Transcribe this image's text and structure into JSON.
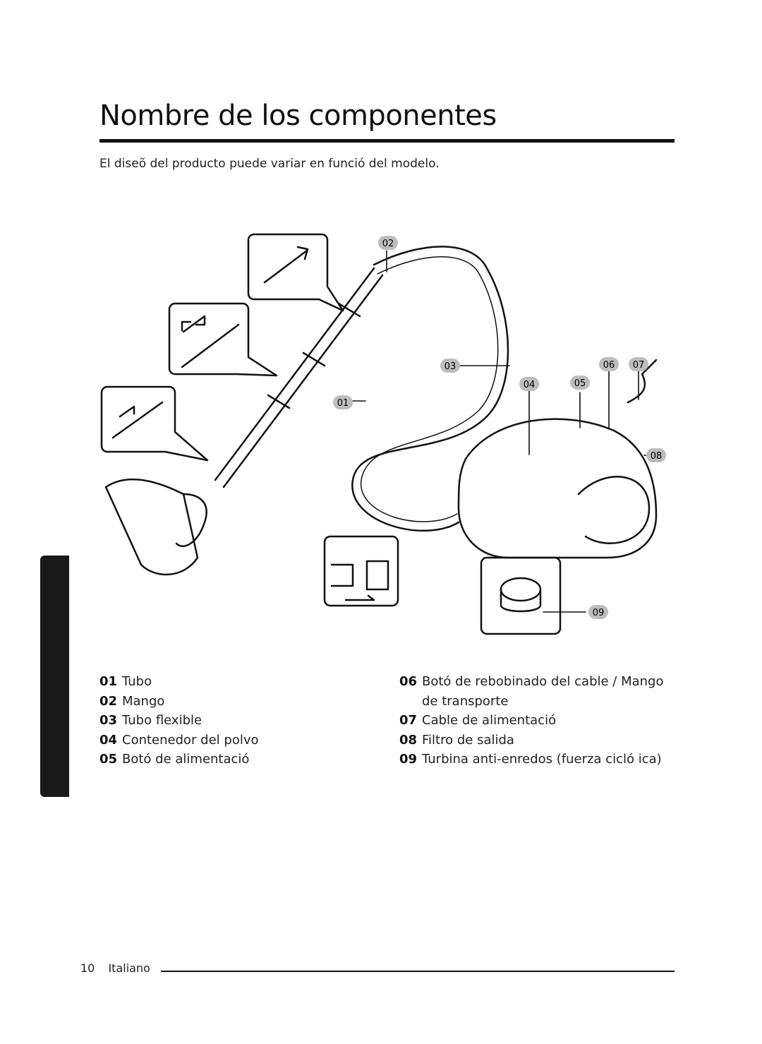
{
  "page": {
    "title": "Nombre de los componentes",
    "subtitle": "El diseõ del producto puede variar en funció del modelo.",
    "footer_page": "10",
    "footer_language": "Italiano"
  },
  "callouts": [
    "01",
    "02",
    "03",
    "04",
    "05",
    "06",
    "07",
    "08",
    "09"
  ],
  "components_left": [
    {
      "num": "01",
      "label": "Tubo"
    },
    {
      "num": "02",
      "label": "Mango"
    },
    {
      "num": "03",
      "label": "Tubo flexible"
    },
    {
      "num": "04",
      "label": "Contenedor del polvo"
    },
    {
      "num": "05",
      "label": "Botó de alimentació"
    }
  ],
  "components_right": [
    {
      "num": "06",
      "label": "Botó de rebobinado del cable / Mango de transporte"
    },
    {
      "num": "07",
      "label": "Cable de alimentació"
    },
    {
      "num": "08",
      "label": "Filtro de salida"
    },
    {
      "num": "09",
      "label": "Turbina anti-enredos (fuerza cicló ica)"
    }
  ],
  "colors": {
    "ink": "#111111",
    "tab": "#1a1a1a",
    "callout_fill": "#bdbdbd"
  }
}
